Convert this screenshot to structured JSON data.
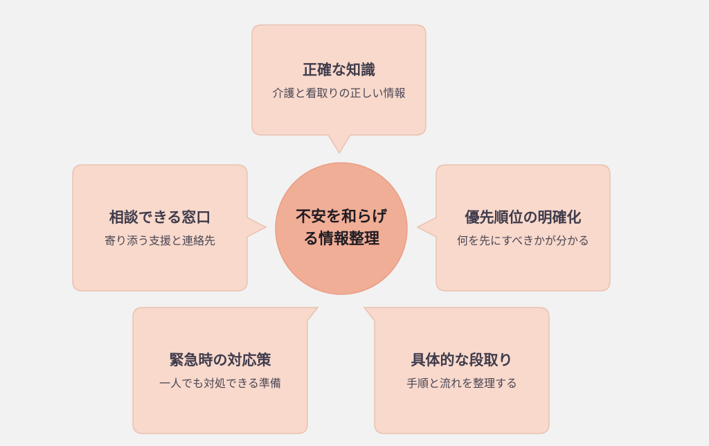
{
  "colors": {
    "background": "#f2f2f2",
    "box_fill": "#f8d9cc",
    "box_border": "#e8c1b1",
    "center_fill": "#f1ae96"
  },
  "center": {
    "label": "不安を和らげる情報整理"
  },
  "nodes": [
    {
      "title": "正確な知識",
      "desc": "介護と看取りの正しい情報"
    },
    {
      "title": "優先順位の明確化",
      "desc": "何を先にすべきかが分かる"
    },
    {
      "title": "具体的な段取り",
      "desc": "手順と流れを整理する"
    },
    {
      "title": "緊急時の対応策",
      "desc": "一人でも対処できる準備"
    },
    {
      "title": "相談できる窓口",
      "desc": "寄り添う支援と連絡先"
    }
  ]
}
